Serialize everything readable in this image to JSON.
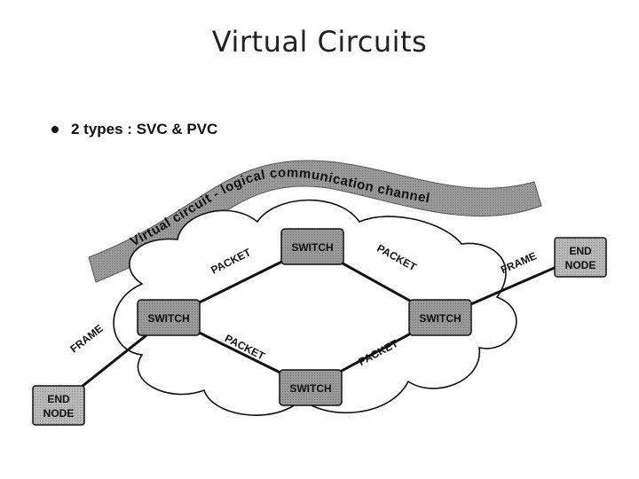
{
  "slide": {
    "title": "Virtual Circuits",
    "bullet": "2 types : SVC & PVC"
  },
  "diagram": {
    "banner_text": "Virtual circuit - logical communication channel",
    "nodes": {
      "switch_top": "SWITCH",
      "switch_left": "SWITCH",
      "switch_right": "SWITCH",
      "switch_bottom": "SWITCH",
      "end_node_left": [
        "END",
        "NODE"
      ],
      "end_node_right": [
        "END",
        "NODE"
      ]
    },
    "links": {
      "left_top": "PACKET",
      "top_right": "PACKET",
      "left_bottom": "PACKET",
      "bottom_right": "PACKET",
      "end_left": "FRAME",
      "end_right": "FRAME"
    }
  },
  "colors": {
    "banner": "#8a8a8a",
    "switch_fill": "#9a9a9a",
    "end_node_fill": "#b0b0b0",
    "cloud_stroke": "#111111",
    "link": "#111111"
  }
}
